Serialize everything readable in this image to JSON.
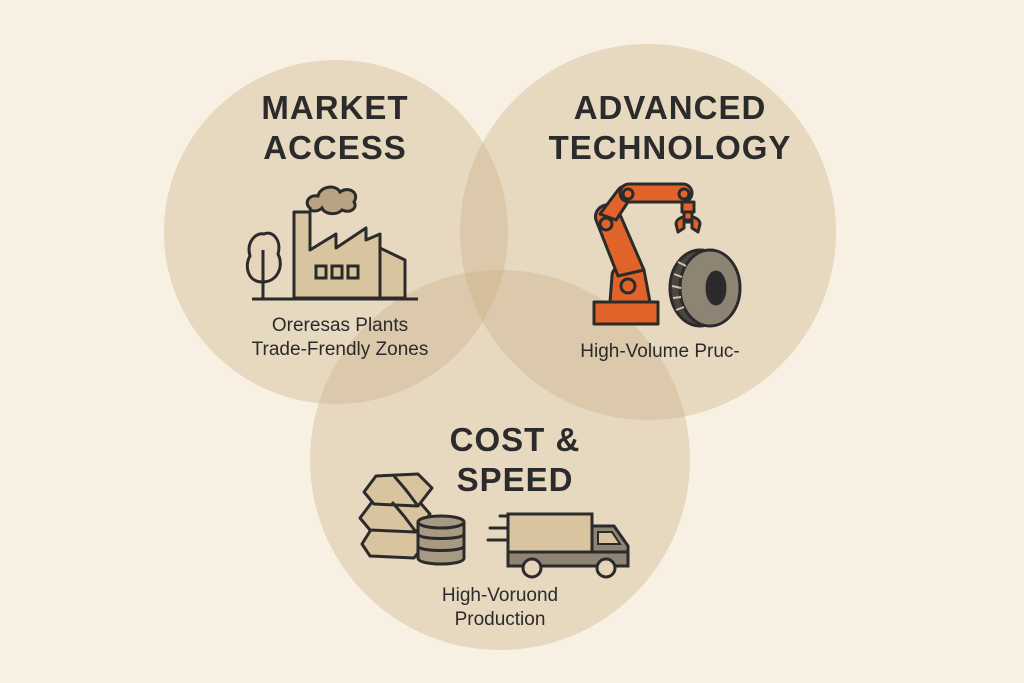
{
  "diagram": {
    "type": "venn",
    "background_color": "#f8f0e2",
    "circle_fill": "#c9ac82",
    "outline_color": "#2b2b2b",
    "accent_color": "#e2632a",
    "circles": [
      {
        "id": "market-access",
        "title_line1": "MARKET",
        "title_line2": "ACCESS",
        "icon": "factory-icon",
        "secondary_icon": "tree-icon",
        "caption_line1": "Oreresas Plants",
        "caption_line2": "Trade-Frendly Zones"
      },
      {
        "id": "advanced-technology",
        "title_line1": "ADVANCED",
        "title_line2": "TECHNOLOGY",
        "icon": "robot-arm-icon",
        "secondary_icon": "tire-icon",
        "caption_line1": "High-Volume Pruc-"
      },
      {
        "id": "cost-speed",
        "title_line1": "COST &",
        "title_line2": "SPEED",
        "icon": "delivery-truck-icon",
        "secondary_icon": "raw-materials-icon",
        "caption_line1": "High-Voruond",
        "caption_line2": "Production"
      }
    ]
  }
}
